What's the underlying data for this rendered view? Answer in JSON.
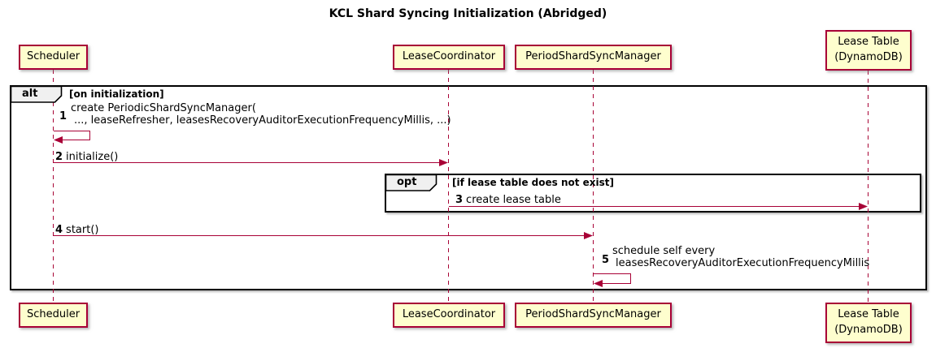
{
  "title": "KCL Shard Syncing Initialization (Abridged)",
  "participants": [
    {
      "id": "scheduler",
      "line1": "Scheduler"
    },
    {
      "id": "lease-coordinator",
      "line1": "LeaseCoordinator"
    },
    {
      "id": "period-shard-sync-manager",
      "line1": "PeriodShardSyncManager"
    },
    {
      "id": "lease-table",
      "line1": "Lease Table",
      "line2": "(DynamoDB)"
    }
  ],
  "frames": {
    "alt": {
      "label": "alt",
      "condition": "[on initialization]"
    },
    "opt": {
      "label": "opt",
      "condition": "[if lease table does not exist]"
    }
  },
  "messages": [
    {
      "num": "1",
      "line1": "create PeriodicShardSyncManager(",
      "line2": "..., leaseRefresher, leasesRecoveryAuditorExecutionFrequencyMillis, ...)",
      "from": "Scheduler",
      "to": "Scheduler",
      "kind": "self"
    },
    {
      "num": "2",
      "text": "initialize()",
      "from": "Scheduler",
      "to": "LeaseCoordinator",
      "kind": "sync"
    },
    {
      "num": "3",
      "text": "create lease table",
      "from": "LeaseCoordinator",
      "to": "Lease Table (DynamoDB)",
      "kind": "sync"
    },
    {
      "num": "4",
      "text": "start()",
      "from": "Scheduler",
      "to": "PeriodShardSyncManager",
      "kind": "sync"
    },
    {
      "num": "5",
      "line1": "schedule self every",
      "line2": "leasesRecoveryAuditorExecutionFrequencyMillis",
      "from": "PeriodShardSyncManager",
      "to": "PeriodShardSyncManager",
      "kind": "self"
    }
  ],
  "colors": {
    "participant_fill": "#FEFECE",
    "participant_border": "#A80036",
    "arrow": "#A80036",
    "lifeline": "#A80036",
    "frame_border": "#000000",
    "frame_label_fill": "#F0F0F0",
    "background": "#FFFFFF"
  }
}
